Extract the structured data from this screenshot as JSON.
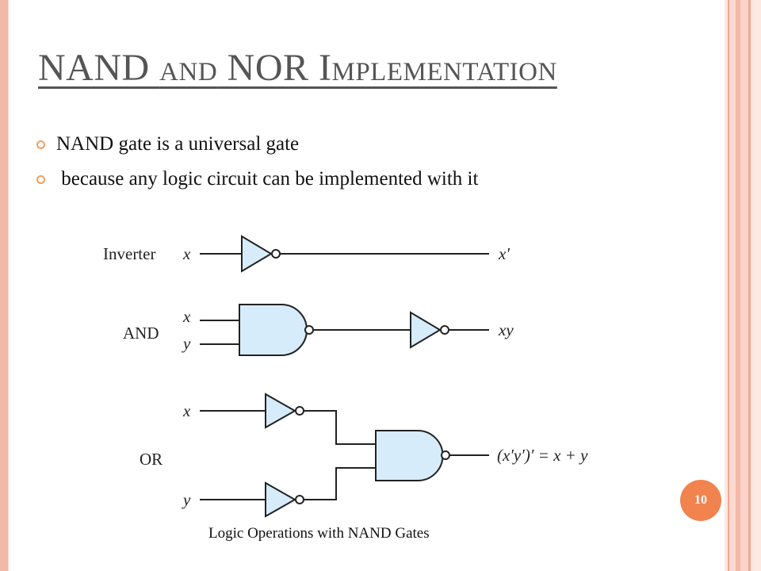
{
  "slide": {
    "title_parts": [
      "NAND ",
      "AND",
      " NOR I",
      "MPLEMENTATION"
    ],
    "bullets": [
      "NAND gate is a universal gate",
      " because any logic circuit can be implemented with it"
    ],
    "caption": "Logic Operations with NAND Gates",
    "page_number": "10"
  },
  "diagram": {
    "inverter": {
      "label": "Inverter",
      "input": "x",
      "output": "x′"
    },
    "and": {
      "label": "AND",
      "input_x": "x",
      "input_y": "y",
      "output": "xy"
    },
    "or": {
      "label": "OR",
      "input_x": "x",
      "input_y": "y",
      "output": "(x′y′)′ = x + y"
    },
    "colors": {
      "gate_fill": "#d6ecfa",
      "stroke": "#222222",
      "accent": "#f1834f"
    }
  }
}
